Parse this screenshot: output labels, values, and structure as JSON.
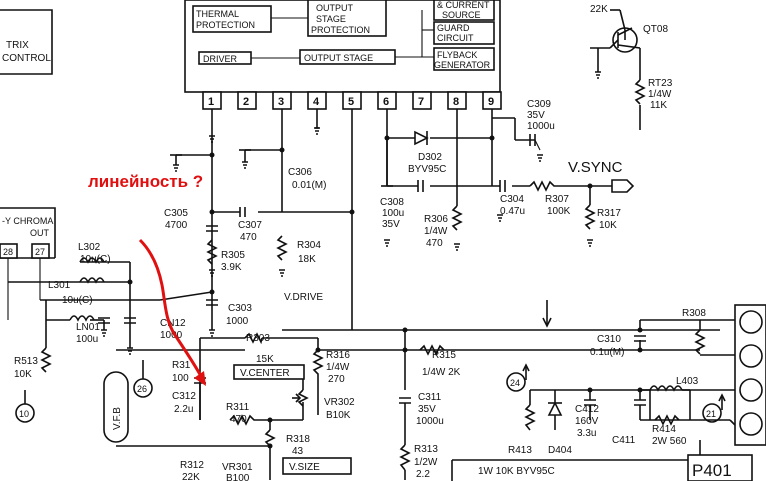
{
  "ic": {
    "blocks": [
      "THERMAL",
      "PROTECTION",
      "OUTPUT",
      "STAGE",
      "PROTECTION",
      "DRIVER",
      "OUTPUT STAGE",
      "& CURRENT",
      "SOURCE",
      "GUARD",
      "CIRCUIT",
      "FLYBACK",
      "GENERATOR"
    ],
    "pins": [
      "1",
      "2",
      "3",
      "4",
      "5",
      "6",
      "7",
      "8",
      "9"
    ]
  },
  "left_ic": {
    "lines": [
      "TRIX",
      "CONTROL",
      "-Y CHROMA",
      "OUT",
      "28",
      "27"
    ]
  },
  "annotation": {
    "text": "линейность ?"
  },
  "components": {
    "qt08": "QT08",
    "r_22k_top": "22K",
    "rt23": [
      "RT23",
      "1/4W",
      "11K"
    ],
    "c309": [
      "C309",
      "35V",
      "1000u"
    ],
    "c306": [
      "C306",
      "0.01(M)"
    ],
    "d302": [
      "D302",
      "BYV95C"
    ],
    "vsync": "V.SYNC",
    "c305": [
      "C305",
      "4700"
    ],
    "c307": [
      "C307",
      "470"
    ],
    "r305": [
      "R305",
      "3.9K"
    ],
    "r304": [
      "R304",
      "18K"
    ],
    "c308": [
      "C308",
      "100u",
      "35V"
    ],
    "r306": [
      "R306",
      "1/4W",
      "470"
    ],
    "c304": [
      "C304",
      "0.47u"
    ],
    "r307": [
      "R307",
      "100K"
    ],
    "r317": [
      "R317",
      "10K"
    ],
    "l302": [
      "L302",
      "10u(C)"
    ],
    "l301": [
      "L301",
      "10u(C)"
    ],
    "ln01": [
      "LN01",
      "100u"
    ],
    "vdrive": "V.DRIVE",
    "c303": [
      "C303",
      "1000"
    ],
    "cn12": [
      "CN12",
      "1000"
    ],
    "r303": [
      "R303",
      "15K"
    ],
    "r316": [
      "R316",
      "1/4W",
      "270"
    ],
    "r315": [
      "R315",
      "1/4W 2K"
    ],
    "r308": "R308",
    "c310": [
      "C310",
      "0.1u(M)"
    ],
    "r513": [
      "R513",
      "10K"
    ],
    "r310": [
      "R31",
      "100"
    ],
    "vcenter": "V.CENTER",
    "c312": [
      "C312",
      "2.2u"
    ],
    "r311": [
      "R311",
      "470"
    ],
    "vr302": [
      "VR302",
      "B10K"
    ],
    "c311": [
      "C311",
      "35V",
      "1000u"
    ],
    "r318": [
      "R318",
      "43"
    ],
    "r312": [
      "R312",
      "22K"
    ],
    "vr301": [
      "VR301",
      "B100"
    ],
    "vsize": "V.SIZE",
    "r313": [
      "R313",
      "1/2W",
      "2.2"
    ],
    "vfb": "V.F.B",
    "l403": "L403",
    "c412": [
      "C412",
      "160V",
      "3.3u"
    ],
    "r413": "R413",
    "d404": "D404",
    "c411": "C411",
    "r414": [
      "R414",
      "2W 560"
    ],
    "bottom_note": "1W 10K BYV95C",
    "p401": "P401",
    "circ_26": "26",
    "circ_10": "10",
    "circ_24": "24",
    "circ_21": "21"
  },
  "colors": {
    "ink": "#111111",
    "annotation": "#e01010",
    "paper": "#ffffff"
  }
}
